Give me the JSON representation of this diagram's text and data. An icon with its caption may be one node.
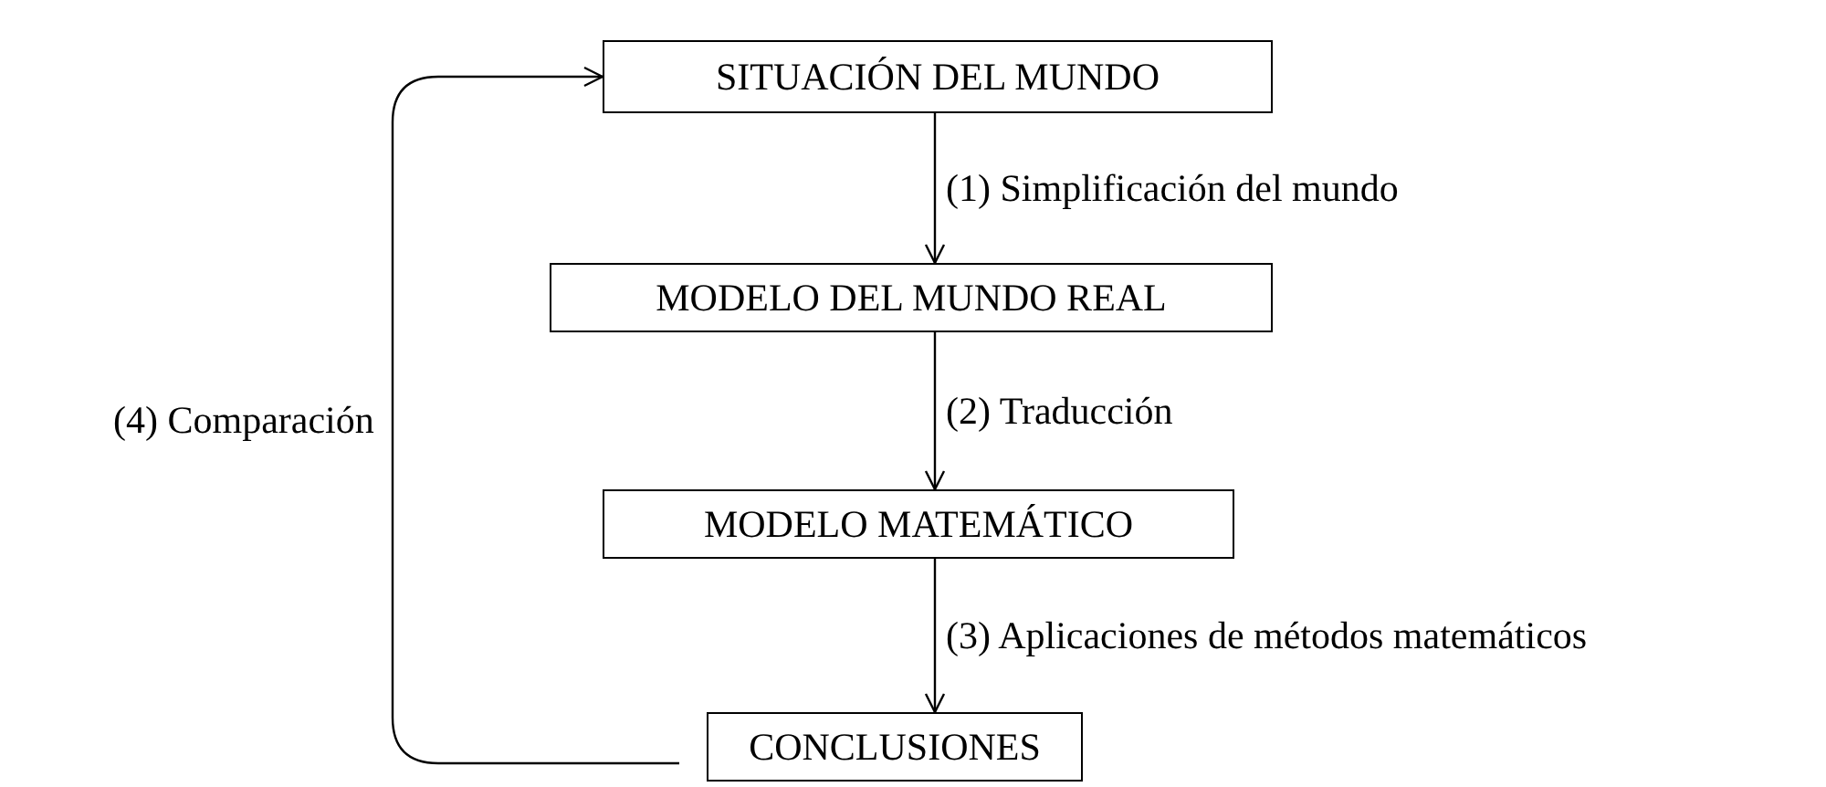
{
  "diagram": {
    "nodes": [
      {
        "text": [
          "SITUACIÓN DEL MUNDO"
        ]
      },
      {
        "text": [
          "MODELO DEL MUNDO REAL"
        ]
      },
      {
        "text": [
          "MODELO MATEMÁTICO"
        ]
      },
      {
        "text": [
          "CONCLUSIONES"
        ]
      }
    ],
    "edges": [
      {
        "from": 0,
        "to": 1,
        "arrow": "to",
        "label": "(1) Simplificación del mundo"
      },
      {
        "from": 1,
        "to": 2,
        "arrow": "to",
        "label": "(2) Traducción"
      },
      {
        "from": 2,
        "to": 3,
        "arrow": "to",
        "label": "(3) Aplicaciones de métodos matemáticos"
      },
      {
        "from": 3,
        "to": 0,
        "arrow": "to",
        "label": "(4) Comparación"
      }
    ]
  }
}
